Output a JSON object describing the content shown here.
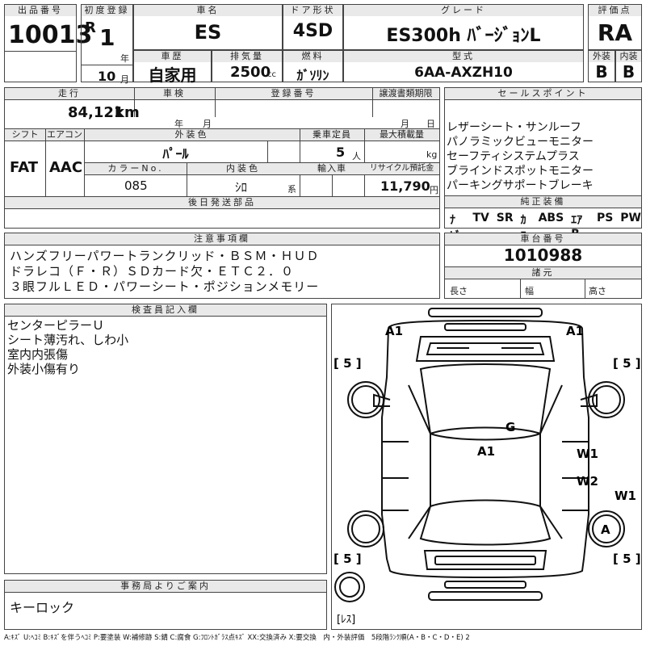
{
  "header": {
    "lot_label": "出品番号",
    "lot_value": "10013",
    "first_reg_label": "初度登録",
    "era": "R",
    "year_value": "1",
    "year_unit": "年",
    "month_value": "10",
    "month_unit": "月",
    "car_name_label": "車名",
    "car_name_value": "ES",
    "door_label": "ドア形状",
    "door_value": "4SD",
    "grade_label": "グレード",
    "grade_value": "ES300h ﾊﾞｰｼﾞｮﾝL",
    "rating_label": "評価点",
    "rating_value": "RA",
    "history_label": "車歴",
    "history_value": "自家用",
    "displacement_label": "排気量",
    "displacement_value": "2500",
    "displacement_unit": "cc",
    "fuel_label": "燃料",
    "fuel_value": "ｶﾞｿﾘﾝ",
    "model_label": "型式",
    "model_value": "6AA-AXZH10",
    "exterior_label": "外装",
    "exterior_value": "B",
    "interior_label": "内装",
    "interior_value": "B"
  },
  "details": {
    "mileage_label": "走行",
    "mileage_value": "84,121",
    "mileage_unit": "km",
    "inspection_label": "車検",
    "inspection_year_unit": "年",
    "inspection_month_unit": "月",
    "reg_no_label": "登録番号",
    "transfer_label": "譲渡書類期限",
    "transfer_month_unit": "月",
    "transfer_day_unit": "日",
    "shift_label": "シフト",
    "shift_value": "FAT",
    "ac_label": "エアコン",
    "ac_value": "AAC",
    "ext_color_label": "外装色",
    "ext_color_value": "ﾊﾟｰﾙ",
    "seats_label": "乗車定員",
    "seats_value": "5",
    "seats_unit": "人",
    "max_load_label": "最大積載量",
    "max_load_unit": "kg",
    "color_no_label": "カラーNo.",
    "color_no_value": "085",
    "int_color_label": "内装色",
    "int_color_value": "ｼﾛ",
    "int_color_unit": "系",
    "import_label": "輸入車",
    "recycle_label": "リサイクル預託金",
    "recycle_value": "11,790",
    "recycle_unit": "円",
    "later_parts_label": "後日発送部品"
  },
  "sales": {
    "label": "セールスポイント",
    "lines": [
      "レザーシート・サンルーフ",
      "パノラミックビューモニター",
      "セーフティシステムプラス",
      "ブラインドスポットモニター",
      "パーキングサポートブレーキ"
    ]
  },
  "equipment": {
    "label": "純正装備",
    "items": [
      "ﾅﾋﾞ",
      "TV",
      "SR",
      "ｶﾜ",
      "ABS",
      "ｴｱB",
      "PS",
      "PW"
    ]
  },
  "notes": {
    "label": "注意事項欄",
    "lines": [
      "ハンズフリーパワートランクリッド・ＢＳＭ・ＨＵＤ",
      "ドラレコ（Ｆ・Ｒ）ＳＤカード欠・ＥＴＣ２．０",
      "３眼フルＬＥＤ・パワーシート・ポジションメモリー"
    ]
  },
  "chassis": {
    "label": "車台番号",
    "value": "1010988",
    "dims_label": "諸元",
    "length_label": "長さ",
    "width_label": "幅",
    "height_label": "高さ"
  },
  "inspector": {
    "label": "検査員記入欄",
    "lines": [
      "センターピラーＵ",
      "シート薄汚れ、しわ小",
      "室内内張傷",
      "外装小傷有り"
    ]
  },
  "office": {
    "label": "事務局よりご案内",
    "text": "キーロック"
  },
  "diagram": {
    "marks": {
      "a1_left": "A1",
      "a1_right": "A1",
      "g": "G",
      "a1_center": "A1",
      "w1_door": "W1",
      "w2_door": "W2",
      "w1_side": "W1",
      "a_wheel": "A"
    },
    "tires": {
      "front_left": "[ 5 ]",
      "front_right": "[ 5 ]",
      "rear_left": "[ 5 ]",
      "rear_right": "[ 5 ]",
      "spare": "[ﾚｽ]"
    }
  },
  "legend": "A:ｷｽﾞ U:ﾍｺﾐ B:ｷｽﾞを伴うﾍｺﾐ P:要塗装 W:補修跡 S:錆 C:腐食 G:ﾌﾛﾝﾄｶﾞﾗｽ点ｷｽﾞ XX:交換済み X:要交換　内・外装評価　5段階ﾗﾝｸ順(A・B・C・D・E) 2"
}
